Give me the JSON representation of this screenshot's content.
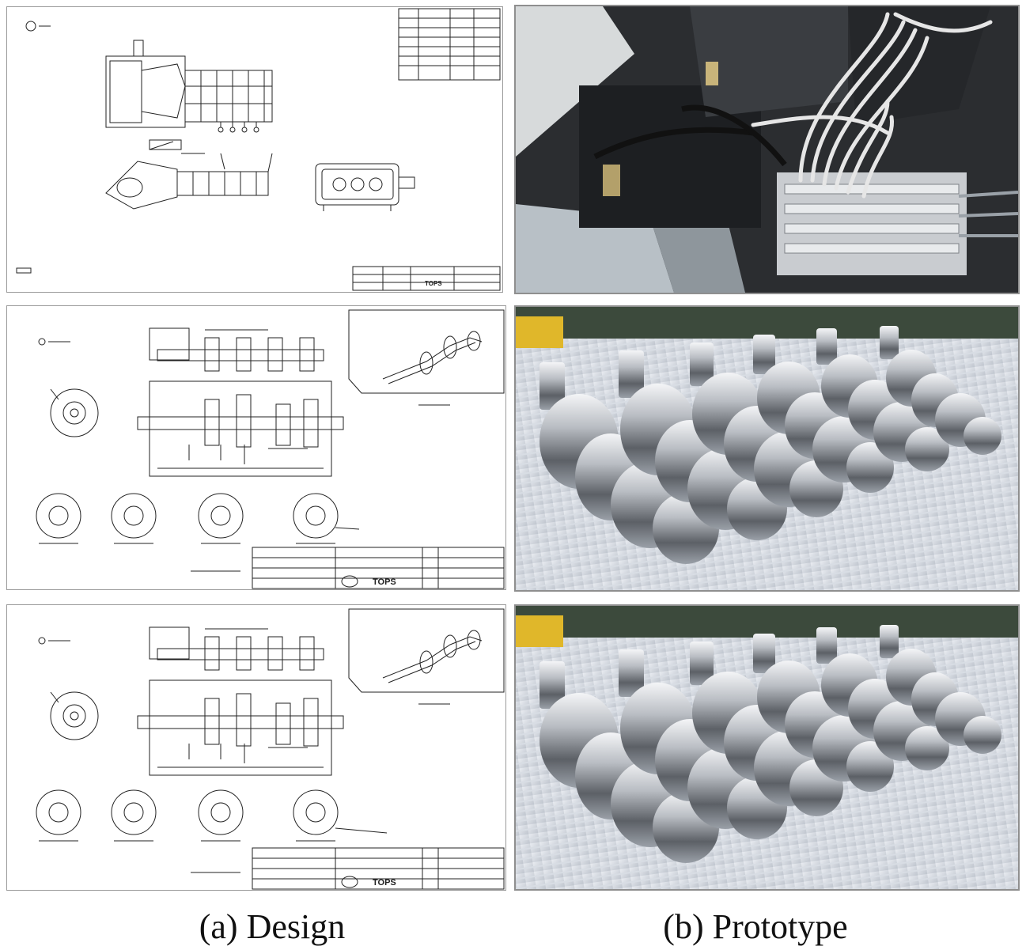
{
  "figure": {
    "captions": {
      "design": "(a) Design",
      "prototype": "(b) Prototype"
    },
    "drawing_logo_text": "TOPS",
    "panels": {
      "design": [
        {
          "id": "pump-assembly-drawing",
          "subject": "pump-assembly"
        },
        {
          "id": "crankshaft-drawing-1",
          "subject": "crankshaft"
        },
        {
          "id": "crankshaft-drawing-2",
          "subject": "crankshaft"
        }
      ],
      "prototype": [
        {
          "id": "pump-machine-photo",
          "subject": "pump-assembly"
        },
        {
          "id": "crankshafts-photo-1",
          "subject": "crankshafts"
        },
        {
          "id": "crankshafts-photo-2",
          "subject": "crankshafts"
        }
      ]
    },
    "colors": {
      "drawing_line": "#222222",
      "drawing_frame": "#9a9a9a",
      "metal": "#b8bcc2",
      "machine_dark": "#2b2d30",
      "foam": "#c9ced6",
      "cable": "#e6e6e6"
    }
  }
}
